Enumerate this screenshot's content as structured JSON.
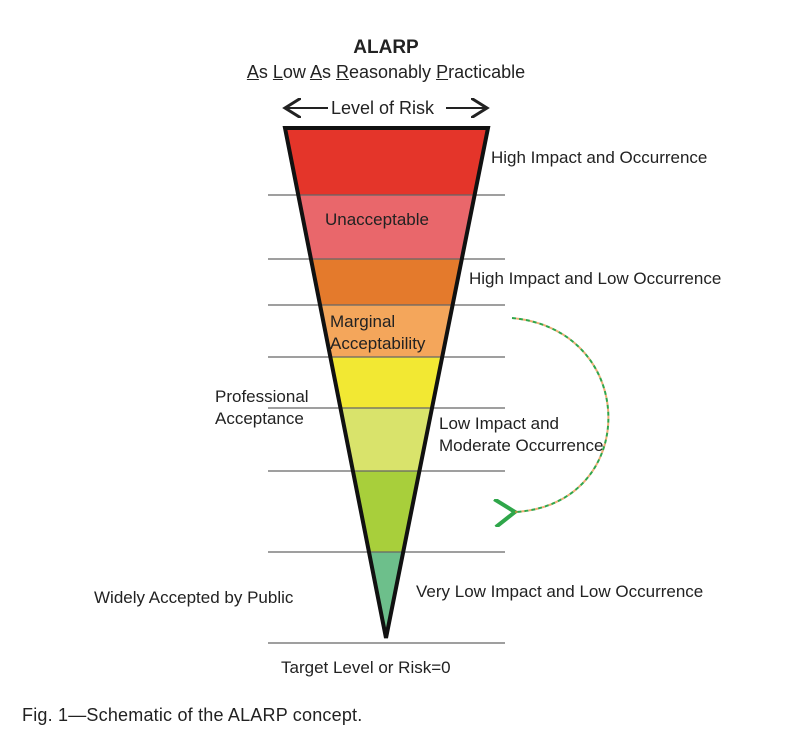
{
  "title": "ALARP",
  "subtitle_parts": [
    {
      "u": "A",
      "rest": "s "
    },
    {
      "u": "L",
      "rest": "ow "
    },
    {
      "u": "A",
      "rest": "s "
    },
    {
      "u": "R",
      "rest": "easonably "
    },
    {
      "u": "P",
      "rest": "racticable"
    }
  ],
  "axis_label": "Level of Risk",
  "bands": [
    {
      "name": "high-impact-occurrence",
      "color": "#e4352a"
    },
    {
      "name": "unacceptable",
      "color": "#e9676b"
    },
    {
      "name": "high-impact-low-occurrence",
      "color": "#e47a2c"
    },
    {
      "name": "marginal-acceptability",
      "color": "#f4a65b"
    },
    {
      "name": "yellow",
      "color": "#f2e833"
    },
    {
      "name": "low-impact-moderate",
      "color": "#d9e36b"
    },
    {
      "name": "green",
      "color": "#a8cf3b"
    },
    {
      "name": "very-low",
      "color": "#6dbf8b"
    }
  ],
  "labels": {
    "high_impact_occurrence": "High Impact and Occurrence",
    "unacceptable": "Unacceptable",
    "high_impact_low_occurrence": "High Impact and Low Occurrence",
    "marginal_1": "Marginal",
    "marginal_2": "Acceptability",
    "professional_1": "Professional",
    "professional_2": "Acceptance",
    "low_impact_1": "Low Impact and",
    "low_impact_2": "Moderate Occurrence",
    "widely_accepted": "Widely Accepted by Public",
    "very_low": "Very Low Impact and Low Occurrence",
    "target": "Target Level or Risk=0"
  },
  "caption": "Fig. 1—Schematic of the ALARP concept."
}
